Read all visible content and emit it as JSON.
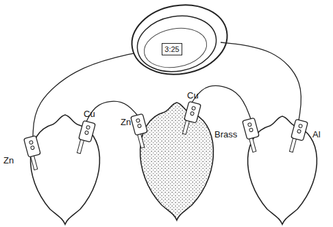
{
  "diagram": {
    "nodes": [
      {
        "text": [
          "3:25"
        ]
      }
    ],
    "labels": [
      "Zn",
      "Cu",
      "Zn",
      "Cu",
      "Brass",
      "Al"
    ]
  }
}
